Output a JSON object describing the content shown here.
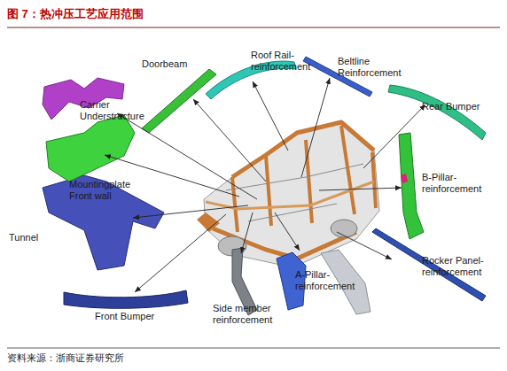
{
  "diagram": {
    "title": "图 7：热冲压工艺应用范围",
    "caption": "资料来源：浙商证券研究所",
    "labels": [
      "Carrier Understructure",
      "Doorbeam",
      "Roof Rail- reinforcement",
      "Beltline Reinforcement",
      "Rear Bumper",
      "B-Pillar- reinforcement",
      "Mountingplate Front wall",
      "Tunnel",
      "Rocker Panel- reinforcement",
      "A-Pillar- reinforcement",
      "Side member reinforcement",
      "Front Bumper"
    ]
  }
}
